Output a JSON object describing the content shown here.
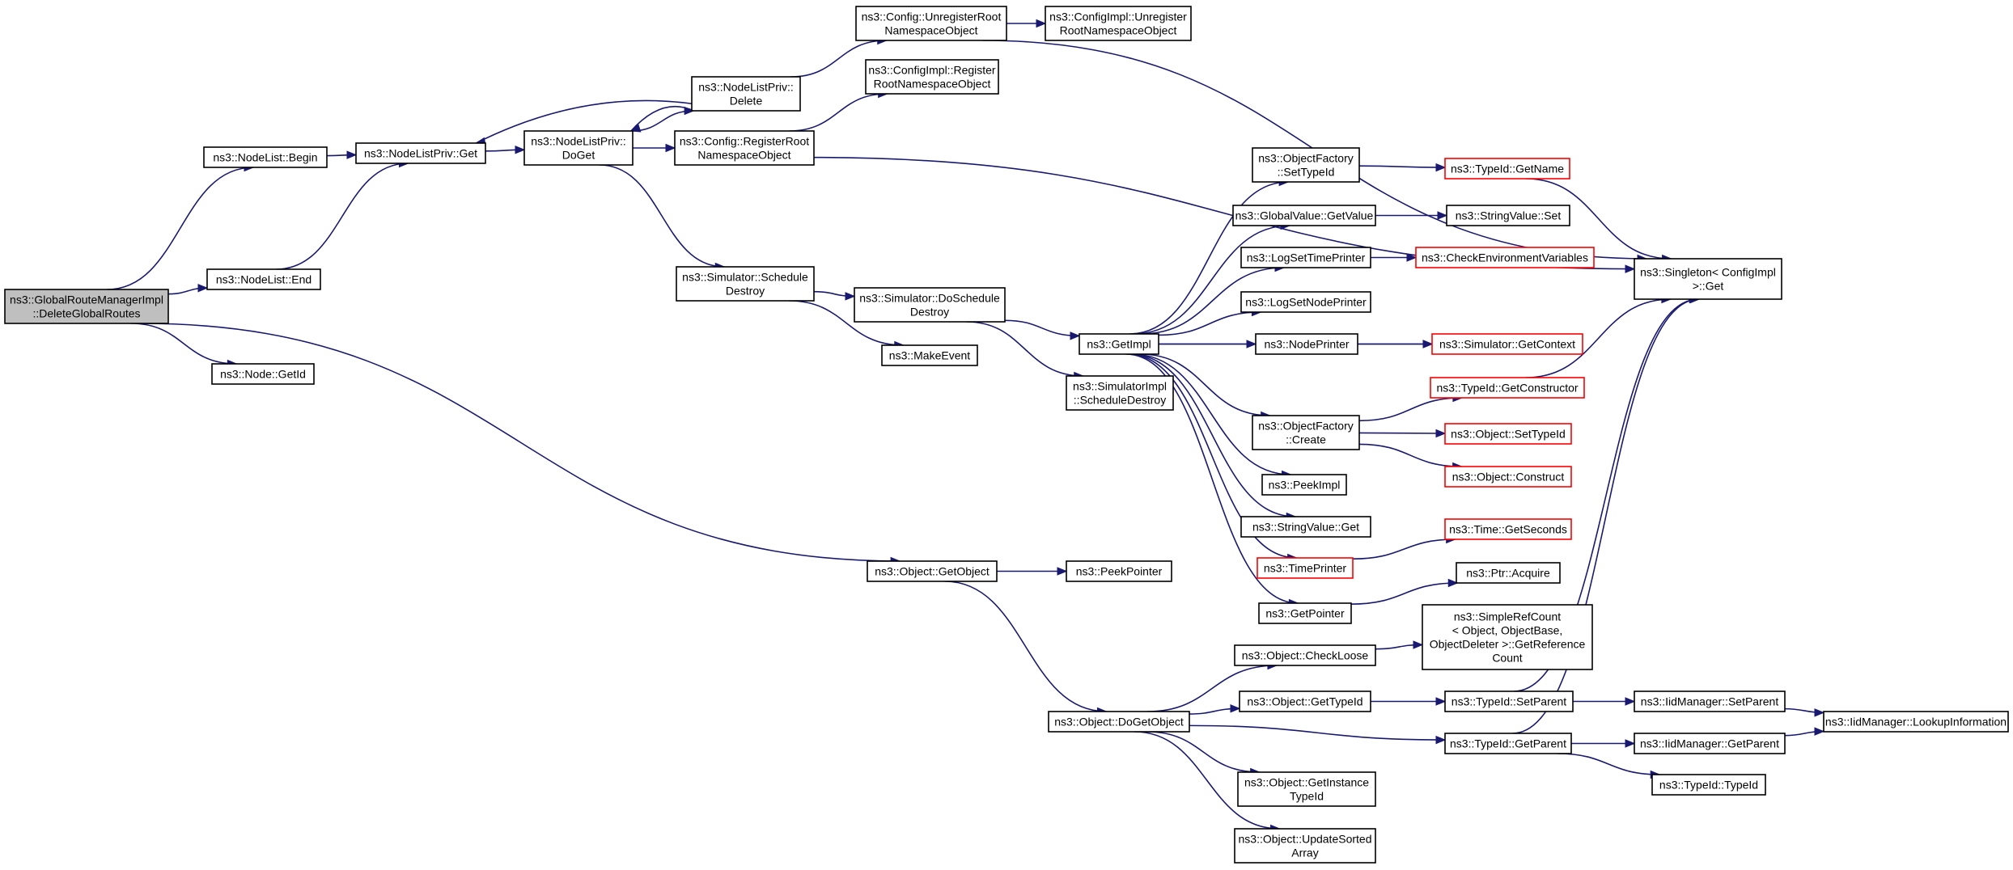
{
  "colors": {
    "edge": "#191970",
    "node_border": "#000000",
    "node_border_truncated": "#ff0000",
    "node_fill": "#ffffff",
    "root_fill": "#bfbfbf"
  },
  "nodes": [
    {
      "id": "root",
      "lines": [
        "ns3::GlobalRouteManagerImpl",
        "::DeleteGlobalRoutes"
      ],
      "style": "root"
    },
    {
      "id": "nl_begin",
      "lines": [
        "ns3::NodeList::Begin"
      ],
      "style": "normal"
    },
    {
      "id": "nl_end",
      "lines": [
        "ns3::NodeList::End"
      ],
      "style": "normal"
    },
    {
      "id": "node_getid",
      "lines": [
        "ns3::Node::GetId"
      ],
      "style": "normal"
    },
    {
      "id": "nlp_get",
      "lines": [
        "ns3::NodeListPriv::Get"
      ],
      "style": "normal"
    },
    {
      "id": "nlp_doget",
      "lines": [
        "ns3::NodeListPriv::",
        "DoGet"
      ],
      "style": "normal"
    },
    {
      "id": "nlp_delete",
      "lines": [
        "ns3::NodeListPriv::",
        "Delete"
      ],
      "style": "normal"
    },
    {
      "id": "cfg_unreg",
      "lines": [
        "ns3::Config::UnregisterRoot",
        "NamespaceObject"
      ],
      "style": "normal"
    },
    {
      "id": "cfgimpl_unreg",
      "lines": [
        "ns3::ConfigImpl::Unregister",
        "RootNamespaceObject"
      ],
      "style": "normal"
    },
    {
      "id": "cfgimpl_reg",
      "lines": [
        "ns3::ConfigImpl::Register",
        "RootNamespaceObject"
      ],
      "style": "normal"
    },
    {
      "id": "cfg_reg",
      "lines": [
        "ns3::Config::RegisterRoot",
        "NamespaceObject"
      ],
      "style": "normal"
    },
    {
      "id": "sim_schedule_destroy",
      "lines": [
        "ns3::Simulator::Schedule",
        "Destroy"
      ],
      "style": "normal"
    },
    {
      "id": "sim_doschedule_destroy",
      "lines": [
        "ns3::Simulator::DoSchedule",
        "Destroy"
      ],
      "style": "normal"
    },
    {
      "id": "make_event",
      "lines": [
        "ns3::MakeEvent"
      ],
      "style": "normal"
    },
    {
      "id": "simimpl_schedule_destroy",
      "lines": [
        "ns3::SimulatorImpl",
        "::ScheduleDestroy"
      ],
      "style": "normal"
    },
    {
      "id": "get_impl",
      "lines": [
        "ns3::GetImpl"
      ],
      "style": "normal"
    },
    {
      "id": "of_settypeid",
      "lines": [
        "ns3::ObjectFactory",
        "::SetTypeId"
      ],
      "style": "normal"
    },
    {
      "id": "typeid_getname",
      "lines": [
        "ns3::TypeId::GetName"
      ],
      "style": "truncated"
    },
    {
      "id": "gv_getvalue",
      "lines": [
        "ns3::GlobalValue::GetValue"
      ],
      "style": "normal"
    },
    {
      "id": "sv_set",
      "lines": [
        "ns3::StringValue::Set"
      ],
      "style": "normal"
    },
    {
      "id": "log_set_time_printer",
      "lines": [
        "ns3::LogSetTimePrinter"
      ],
      "style": "normal"
    },
    {
      "id": "check_env_vars",
      "lines": [
        "ns3::CheckEnvironmentVariables"
      ],
      "style": "truncated"
    },
    {
      "id": "log_set_node_printer",
      "lines": [
        "ns3::LogSetNodePrinter"
      ],
      "style": "normal"
    },
    {
      "id": "node_printer",
      "lines": [
        "ns3::NodePrinter"
      ],
      "style": "normal"
    },
    {
      "id": "sim_getcontext",
      "lines": [
        "ns3::Simulator::GetContext"
      ],
      "style": "truncated"
    },
    {
      "id": "singleton_get",
      "lines": [
        "ns3::Singleton< ConfigImpl",
        " >::Get"
      ],
      "style": "normal"
    },
    {
      "id": "typeid_getconstructor",
      "lines": [
        "ns3::TypeId::GetConstructor"
      ],
      "style": "truncated"
    },
    {
      "id": "of_create",
      "lines": [
        "ns3::ObjectFactory",
        "::Create"
      ],
      "style": "normal"
    },
    {
      "id": "obj_settypeid",
      "lines": [
        "ns3::Object::SetTypeId"
      ],
      "style": "truncated"
    },
    {
      "id": "obj_construct",
      "lines": [
        "ns3::Object::Construct"
      ],
      "style": "truncated"
    },
    {
      "id": "peek_impl",
      "lines": [
        "ns3::PeekImpl"
      ],
      "style": "normal"
    },
    {
      "id": "sv_get",
      "lines": [
        "ns3::StringValue::Get"
      ],
      "style": "normal"
    },
    {
      "id": "time_printer",
      "lines": [
        "ns3::TimePrinter"
      ],
      "style": "truncated"
    },
    {
      "id": "time_getseconds",
      "lines": [
        "ns3::Time::GetSeconds"
      ],
      "style": "truncated"
    },
    {
      "id": "obj_getobject",
      "lines": [
        "ns3::Object::GetObject"
      ],
      "style": "normal"
    },
    {
      "id": "peek_pointer",
      "lines": [
        "ns3::PeekPointer"
      ],
      "style": "normal"
    },
    {
      "id": "ptr_acquire",
      "lines": [
        "ns3::Ptr::Acquire"
      ],
      "style": "normal"
    },
    {
      "id": "get_pointer",
      "lines": [
        "ns3::GetPointer"
      ],
      "style": "normal"
    },
    {
      "id": "simple_ref_count",
      "lines": [
        "ns3::SimpleRefCount",
        "< Object, ObjectBase,",
        " ObjectDeleter >::GetReference",
        "Count"
      ],
      "style": "normal"
    },
    {
      "id": "obj_checkloose",
      "lines": [
        "ns3::Object::CheckLoose"
      ],
      "style": "normal"
    },
    {
      "id": "obj_gettypeid",
      "lines": [
        "ns3::Object::GetTypeId"
      ],
      "style": "normal"
    },
    {
      "id": "obj_dogetobject",
      "lines": [
        "ns3::Object::DoGetObject"
      ],
      "style": "normal"
    },
    {
      "id": "typeid_setparent",
      "lines": [
        "ns3::TypeId::SetParent"
      ],
      "style": "normal"
    },
    {
      "id": "typeid_getparent",
      "lines": [
        "ns3::TypeId::GetParent"
      ],
      "style": "normal"
    },
    {
      "id": "iid_setparent",
      "lines": [
        "ns3::IidManager::SetParent"
      ],
      "style": "normal"
    },
    {
      "id": "iid_getparent",
      "lines": [
        "ns3::IidManager::GetParent"
      ],
      "style": "normal"
    },
    {
      "id": "iid_lookup",
      "lines": [
        "ns3::IidManager::LookupInformation"
      ],
      "style": "normal"
    },
    {
      "id": "typeid_typeid",
      "lines": [
        "ns3::TypeId::TypeId"
      ],
      "style": "normal"
    },
    {
      "id": "obj_getinstancetypeid",
      "lines": [
        "ns3::Object::GetInstance",
        "TypeId"
      ],
      "style": "normal"
    },
    {
      "id": "obj_updatesortedarray",
      "lines": [
        "ns3::Object::UpdateSorted",
        "Array"
      ],
      "style": "normal"
    }
  ],
  "edges": [
    {
      "from": "root",
      "to": "nl_begin"
    },
    {
      "from": "root",
      "to": "nl_end"
    },
    {
      "from": "root",
      "to": "node_getid"
    },
    {
      "from": "root",
      "to": "obj_getobject"
    },
    {
      "from": "nl_begin",
      "to": "nlp_get"
    },
    {
      "from": "nl_end",
      "to": "nlp_get"
    },
    {
      "from": "nlp_get",
      "to": "nlp_doget"
    },
    {
      "from": "nlp_doget",
      "to": "nlp_delete"
    },
    {
      "from": "nlp_doget",
      "to": "cfg_reg"
    },
    {
      "from": "nlp_doget",
      "to": "sim_schedule_destroy"
    },
    {
      "from": "nlp_delete",
      "to": "nlp_get"
    },
    {
      "from": "nlp_delete",
      "to": "nlp_doget"
    },
    {
      "from": "nlp_delete",
      "to": "cfg_unreg"
    },
    {
      "from": "cfg_unreg",
      "to": "cfgimpl_unreg"
    },
    {
      "from": "cfg_unreg",
      "to": "singleton_get"
    },
    {
      "from": "cfg_reg",
      "to": "cfgimpl_reg"
    },
    {
      "from": "cfg_reg",
      "to": "singleton_get"
    },
    {
      "from": "sim_schedule_destroy",
      "to": "sim_doschedule_destroy"
    },
    {
      "from": "sim_schedule_destroy",
      "to": "make_event"
    },
    {
      "from": "sim_doschedule_destroy",
      "to": "get_impl"
    },
    {
      "from": "sim_doschedule_destroy",
      "to": "simimpl_schedule_destroy"
    },
    {
      "from": "get_impl",
      "to": "of_settypeid"
    },
    {
      "from": "get_impl",
      "to": "gv_getvalue"
    },
    {
      "from": "get_impl",
      "to": "log_set_time_printer"
    },
    {
      "from": "get_impl",
      "to": "log_set_node_printer"
    },
    {
      "from": "get_impl",
      "to": "node_printer"
    },
    {
      "from": "get_impl",
      "to": "sim_getcontext"
    },
    {
      "from": "get_impl",
      "to": "of_create"
    },
    {
      "from": "get_impl",
      "to": "peek_impl"
    },
    {
      "from": "get_impl",
      "to": "sv_get"
    },
    {
      "from": "get_impl",
      "to": "time_printer"
    },
    {
      "from": "get_impl",
      "to": "get_pointer"
    },
    {
      "from": "of_settypeid",
      "to": "typeid_getname"
    },
    {
      "from": "typeid_getname",
      "to": "singleton_get"
    },
    {
      "from": "gv_getvalue",
      "to": "sv_set"
    },
    {
      "from": "log_set_time_printer",
      "to": "check_env_vars"
    },
    {
      "from": "node_printer",
      "to": "sim_getcontext"
    },
    {
      "from": "of_create",
      "to": "typeid_getconstructor"
    },
    {
      "from": "of_create",
      "to": "obj_settypeid"
    },
    {
      "from": "of_create",
      "to": "obj_construct"
    },
    {
      "from": "typeid_getconstructor",
      "to": "singleton_get"
    },
    {
      "from": "time_printer",
      "to": "time_getseconds"
    },
    {
      "from": "get_pointer",
      "to": "ptr_acquire"
    },
    {
      "from": "obj_getobject",
      "to": "peek_pointer"
    },
    {
      "from": "obj_getobject",
      "to": "obj_dogetobject"
    },
    {
      "from": "obj_dogetobject",
      "to": "obj_checkloose"
    },
    {
      "from": "obj_dogetobject",
      "to": "obj_gettypeid"
    },
    {
      "from": "obj_dogetobject",
      "to": "typeid_getparent"
    },
    {
      "from": "obj_dogetobject",
      "to": "obj_getinstancetypeid"
    },
    {
      "from": "obj_dogetobject",
      "to": "obj_updatesortedarray"
    },
    {
      "from": "obj_checkloose",
      "to": "simple_ref_count"
    },
    {
      "from": "obj_gettypeid",
      "to": "typeid_setparent"
    },
    {
      "from": "typeid_setparent",
      "to": "iid_setparent"
    },
    {
      "from": "typeid_setparent",
      "to": "singleton_get"
    },
    {
      "from": "typeid_getparent",
      "to": "iid_getparent"
    },
    {
      "from": "typeid_getparent",
      "to": "typeid_typeid"
    },
    {
      "from": "typeid_getparent",
      "to": "singleton_get"
    },
    {
      "from": "iid_setparent",
      "to": "iid_lookup"
    },
    {
      "from": "iid_getparent",
      "to": "iid_lookup"
    }
  ]
}
